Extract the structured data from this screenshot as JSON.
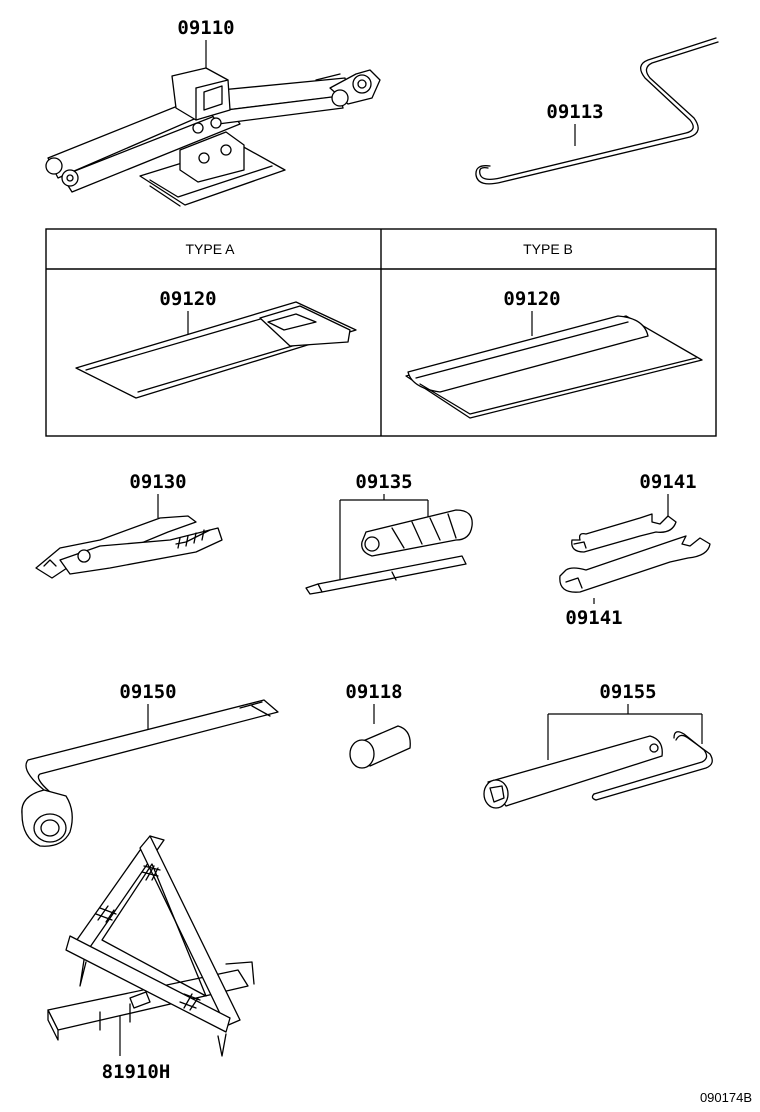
{
  "parts": {
    "jack": "09110",
    "jack_handle": "09113",
    "tool_bag_a": "09120",
    "tool_bag_b": "09120",
    "pliers": "09130",
    "screwdriver": "09135",
    "wrench_top": "09141",
    "wrench_bottom": "09141",
    "wheel_wrench": "09150",
    "socket": "09118",
    "plug_wrench": "09155",
    "warning_triangle": "81910H"
  },
  "type_table": {
    "type_a_label": "TYPE A",
    "type_b_label": "TYPE B"
  },
  "reference_code": "090174B"
}
